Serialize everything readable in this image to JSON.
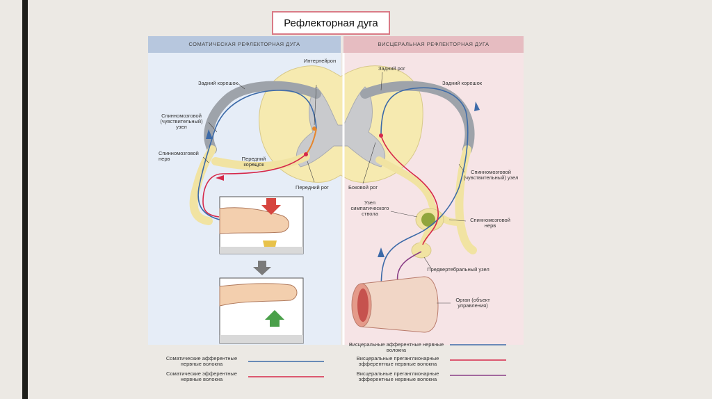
{
  "title": "Рефлекторная дуга",
  "panels": {
    "left_header": "СОМАТИЧЕСКАЯ РЕФЛЕКТОРНАЯ ДУГА",
    "right_header": "ВИСЦЕРАЛЬНАЯ РЕФЛЕКТОРНАЯ ДУГА"
  },
  "labels": {
    "interneuron": "Интернейрон",
    "posterior_root_left": "Задний корешок",
    "spinal_ganglion_left": "Спинномозговой (чувствительный) узел",
    "spinal_nerve_left": "Спинномозговой нерв",
    "anterior_root": "Передний корешок",
    "anterior_horn": "Передний рог",
    "posterior_horn": "Задний рог",
    "posterior_root_right": "Задний корешок",
    "lateral_horn": "Боковой рог",
    "spinal_ganglion_right": "Спинномозговой (чувствительный) узел",
    "sympathetic_trunk_ganglion": "Узел симпатического ствола",
    "spinal_nerve_right": "Спинномозговой нерв",
    "prevertebral_ganglion": "Предвертебральный узел",
    "organ": "Орган (объект управления)"
  },
  "legend_left": [
    {
      "text": "Соматические афферентные нервные волокна",
      "color": "#3c6aa8"
    },
    {
      "text": "Соматические эфферентные нервные волокна",
      "color": "#d6284a"
    }
  ],
  "legend_right": [
    {
      "text": "Висцеральные афферентные нервные волокна",
      "color": "#3c6aa8"
    },
    {
      "text": "Висцеральные преганглионарные эфферентные нервные волокна",
      "color": "#d6284a"
    },
    {
      "text": "Висцеральные преганглионарные эфферентные нервные волокна",
      "color": "#8a3f86"
    }
  ]
}
